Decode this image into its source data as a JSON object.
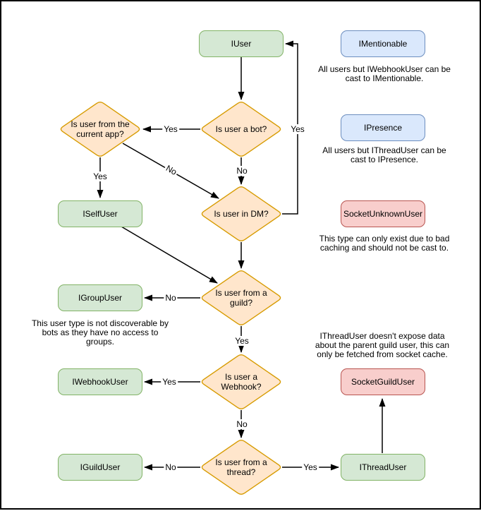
{
  "colors": {
    "green_fill": "#d5e8d4",
    "green_stroke": "#82b366",
    "orange_fill": "#ffe6cc",
    "orange_stroke": "#d79b00",
    "blue_fill": "#dae8fc",
    "blue_stroke": "#6c8ebf",
    "red_fill": "#f8cecc",
    "red_stroke": "#b85450",
    "edge": "#000000",
    "background": "#ffffff",
    "border": "#000000",
    "text": "#000000"
  },
  "nodes": {
    "iuser": "IUser",
    "imentionable": "IMentionable",
    "ipresence": "IPresence",
    "iselfuser": "ISelfUser",
    "socketunknownuser": "SocketUnknownUser",
    "igroupuser": "IGroupUser",
    "iwebhookuser": "IWebhookUser",
    "socketguilduser": "SocketGuildUser",
    "iguilduser": "IGuildUser",
    "ithreaduser": "IThreadUser"
  },
  "decisions": {
    "is_bot": "Is user a bot?",
    "from_current_app": [
      "Is user from the",
      "current app?"
    ],
    "in_dm": "Is user in DM?",
    "from_guild": [
      "Is user from a",
      "guild?"
    ],
    "is_webhook": [
      "Is user a",
      "Webhook?"
    ],
    "from_thread": [
      "Is user from a",
      "thread?"
    ]
  },
  "edge_labels": {
    "bot_yes": "Yes",
    "bot_no": "No",
    "app_yes": "Yes",
    "app_no": "No",
    "dm_yes": "Yes",
    "guild_no": "No",
    "guild_yes": "Yes",
    "webhook_yes": "Yes",
    "webhook_no": "No",
    "thread_no": "No",
    "thread_yes": "Yes"
  },
  "notes": {
    "mentionable": [
      "All users but IWebhookUser can be",
      "cast to IMentionable."
    ],
    "presence": [
      "All users but IThreadUser can be",
      "cast to IPresence."
    ],
    "unknown": [
      "This type can only exist due to bad",
      "caching and should not be cast to."
    ],
    "group": [
      "This user type is not discoverable by",
      "bots as they have no access to",
      "groups."
    ],
    "thread": [
      "IThreadUser doesn't expose data",
      "about the parent guild user, this can",
      "only be fetched from socket cache."
    ]
  }
}
